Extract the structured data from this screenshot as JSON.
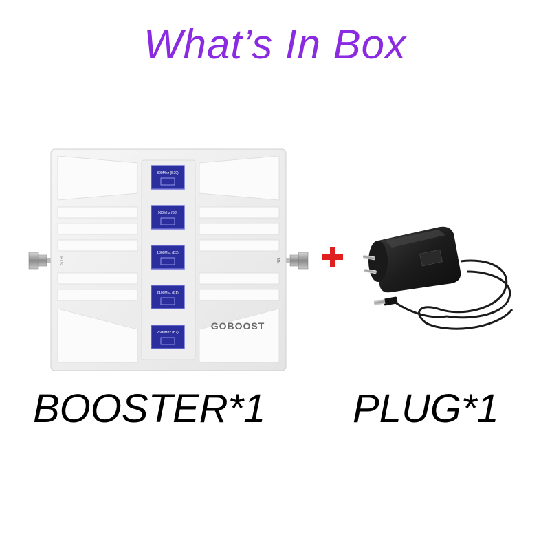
{
  "title": "What’s In Box",
  "booster": {
    "brand": "GOBOOST",
    "port_left": "BTS",
    "port_right": "MS",
    "bands": [
      "800Mhz (B20)",
      "900Mhz (B8)",
      "1800Mhz (B3)",
      "2100Mhz (B1)",
      "2600Mhz (B7)"
    ]
  },
  "plus_symbol": "+",
  "captions": {
    "booster": "BOOSTER*1",
    "plug": "PLUG*1"
  },
  "colors": {
    "title": "#8a2be2",
    "plus": "#e02020",
    "band_panel": "#2b2f9e"
  }
}
